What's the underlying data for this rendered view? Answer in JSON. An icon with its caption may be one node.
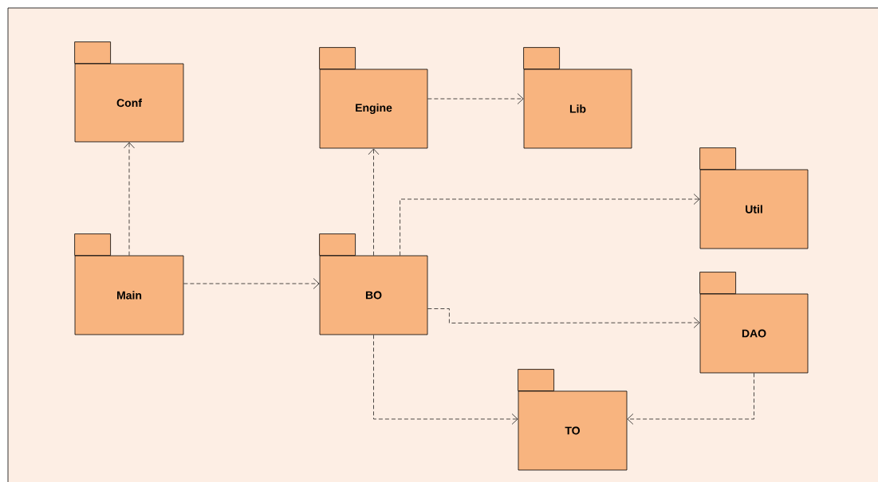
{
  "diagram": {
    "nodes": [
      {
        "text": [
          "Conf"
        ]
      },
      {
        "text": [
          "Engine"
        ]
      },
      {
        "text": [
          "Lib"
        ]
      },
      {
        "text": [
          "Util"
        ]
      },
      {
        "text": [
          "Main"
        ]
      },
      {
        "text": [
          "BO"
        ]
      },
      {
        "text": [
          "DAO"
        ]
      },
      {
        "text": [
          "TO"
        ]
      }
    ],
    "edges": [
      {
        "from": 4,
        "to": 0,
        "arrow": "to",
        "style": "dashed"
      },
      {
        "from": 4,
        "to": 5,
        "arrow": "to",
        "style": "dashed"
      },
      {
        "from": 5,
        "to": 1,
        "arrow": "to",
        "style": "dashed"
      },
      {
        "from": 1,
        "to": 2,
        "arrow": "to",
        "style": "dashed"
      },
      {
        "from": 5,
        "to": 3,
        "arrow": "to",
        "style": "dashed"
      },
      {
        "from": 5,
        "to": 6,
        "arrow": "to",
        "style": "dashed"
      },
      {
        "from": 5,
        "to": 7,
        "arrow": "to",
        "style": "dashed"
      },
      {
        "from": 6,
        "to": 7,
        "arrow": "to",
        "style": "dashed"
      }
    ]
  }
}
